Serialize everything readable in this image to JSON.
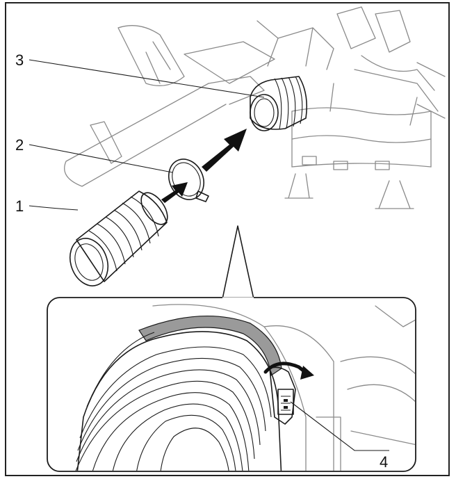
{
  "callouts": [
    {
      "id": "1",
      "label": "1"
    },
    {
      "id": "2",
      "label": "2"
    },
    {
      "id": "3",
      "label": "3"
    },
    {
      "id": "4",
      "label": "4"
    }
  ],
  "colors": {
    "line": "#1a1a1a",
    "ghost": "#8a8a8a",
    "arrow": "#111111",
    "band": "#9a9a9a"
  }
}
